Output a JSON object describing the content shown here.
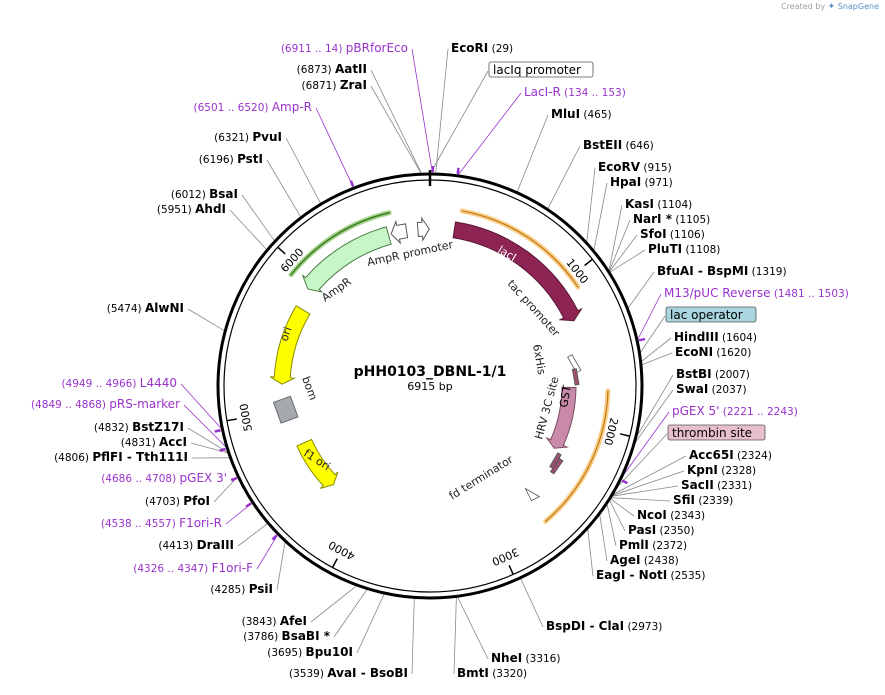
{
  "credit": {
    "prefix": "Created by",
    "brand": "SnapGene",
    "icon": "snapgene-logo-icon"
  },
  "plasmid": {
    "name": "pHH0103_DBNL-1/1",
    "length_label": "6915 bp",
    "length": 6915
  },
  "colors": {
    "enzyme": "#000000",
    "primer": "#9932cc",
    "lacI": "#8e2454",
    "GST": "#c88aa8",
    "ori": "#ffff00",
    "f1ori": "#ffff00",
    "AmpR": "#c7f7c7",
    "bom": "#a5a9ad",
    "highlight": "#f5a623",
    "greenHighlight": "#3a7d1f"
  },
  "ticks": [
    "1000",
    "2000",
    "3000",
    "4000",
    "5000",
    "6000"
  ],
  "features": {
    "lacI": "lacI",
    "tac_promoter": "tac promoter",
    "GST": "GST",
    "hrv": "HRV 3C site",
    "his": "6xHis",
    "fd": "fd terminator",
    "f1ori": "f1 ori",
    "bom": "bom",
    "ori": "ori",
    "AmpR": "AmpR",
    "AmpR_promoter": "AmpR promoter"
  },
  "left_labels": [
    {
      "range": "(6911 .. 14)",
      "name": "pBRforEco",
      "kind": "primer"
    },
    {
      "range": "(6873)",
      "name": "AatII",
      "kind": "enzyme"
    },
    {
      "range": "(6871)",
      "name": "ZraI",
      "kind": "enzyme"
    },
    {
      "range": "(6501 .. 6520)",
      "name": "Amp-R",
      "kind": "primer"
    },
    {
      "range": "(6321)",
      "name": "PvuI",
      "kind": "enzyme"
    },
    {
      "range": "(6196)",
      "name": "PstI",
      "kind": "enzyme"
    },
    {
      "range": "(6012)",
      "name": "BsaI",
      "kind": "enzyme"
    },
    {
      "range": "(5951)",
      "name": "AhdI",
      "kind": "enzyme"
    },
    {
      "range": "(5474)",
      "name": "AlwNI",
      "kind": "enzyme"
    },
    {
      "range": "(4949 .. 4966)",
      "name": "L4440",
      "kind": "primer"
    },
    {
      "range": "(4849 .. 4868)",
      "name": "pRS-marker",
      "kind": "primer"
    },
    {
      "range": "(4832)",
      "name": "BstZ17I",
      "kind": "enzyme"
    },
    {
      "range": "(4831)",
      "name": "AccI",
      "kind": "enzyme"
    },
    {
      "range": "(4806)",
      "name": "PflFI  -  Tth111I",
      "kind": "enzyme"
    },
    {
      "range": "(4686 .. 4708)",
      "name": "pGEX 3'",
      "kind": "primer"
    },
    {
      "range": "(4703)",
      "name": "PfoI",
      "kind": "enzyme"
    },
    {
      "range": "(4538 .. 4557)",
      "name": "F1ori-R",
      "kind": "primer"
    },
    {
      "range": "(4413)",
      "name": "DraIII",
      "kind": "enzyme"
    },
    {
      "range": "(4326 .. 4347)",
      "name": "F1ori-F",
      "kind": "primer"
    },
    {
      "range": "(4285)",
      "name": "PsiI",
      "kind": "enzyme"
    },
    {
      "range": "(3843)",
      "name": "AfeI",
      "kind": "enzyme"
    },
    {
      "range": "(3786)",
      "name": "BsaBI *",
      "kind": "enzyme"
    },
    {
      "range": "(3695)",
      "name": "Bpu10I",
      "kind": "enzyme"
    },
    {
      "range": "(3539)",
      "name": "AvaI  -  BsoBI",
      "kind": "enzyme"
    }
  ],
  "right_labels": [
    {
      "name": "EcoRI",
      "range": "(29)",
      "kind": "enzyme"
    },
    {
      "name": "lacIq promoter",
      "range": "",
      "kind": "boxed-white"
    },
    {
      "name": "LacI-R",
      "range": "(134 .. 153)",
      "kind": "primer"
    },
    {
      "name": "MluI",
      "range": "(465)",
      "kind": "enzyme"
    },
    {
      "name": "BstEII",
      "range": "(646)",
      "kind": "enzyme"
    },
    {
      "name": "EcoRV",
      "range": "(915)",
      "kind": "enzyme"
    },
    {
      "name": "HpaI",
      "range": "(971)",
      "kind": "enzyme"
    },
    {
      "name": "KasI",
      "range": "(1104)",
      "kind": "enzyme"
    },
    {
      "name": "NarI *",
      "range": "(1105)",
      "kind": "enzyme"
    },
    {
      "name": "SfoI",
      "range": "(1106)",
      "kind": "enzyme"
    },
    {
      "name": "PluTI",
      "range": "(1108)",
      "kind": "enzyme"
    },
    {
      "name": "BfuAI  -  BspMI",
      "range": "(1319)",
      "kind": "enzyme"
    },
    {
      "name": "M13/pUC Reverse",
      "range": "(1481 .. 1503)",
      "kind": "primer"
    },
    {
      "name": "lac operator",
      "range": "",
      "kind": "boxed-blue"
    },
    {
      "name": "HindIII",
      "range": "(1604)",
      "kind": "enzyme"
    },
    {
      "name": "EcoNI",
      "range": "(1620)",
      "kind": "enzyme"
    },
    {
      "name": "BstBI",
      "range": "(2007)",
      "kind": "enzyme"
    },
    {
      "name": "SwaI",
      "range": "(2037)",
      "kind": "enzyme"
    },
    {
      "name": "pGEX 5'",
      "range": "(2221 .. 2243)",
      "kind": "primer"
    },
    {
      "name": "thrombin site",
      "range": "",
      "kind": "boxed-pink"
    },
    {
      "name": "Acc65I",
      "range": "(2324)",
      "kind": "enzyme"
    },
    {
      "name": "KpnI",
      "range": "(2328)",
      "kind": "enzyme"
    },
    {
      "name": "SacII",
      "range": "(2331)",
      "kind": "enzyme"
    },
    {
      "name": "SfiI",
      "range": "(2339)",
      "kind": "enzyme"
    },
    {
      "name": "NcoI",
      "range": "(2343)",
      "kind": "enzyme"
    },
    {
      "name": "PasI",
      "range": "(2350)",
      "kind": "enzyme"
    },
    {
      "name": "PmlI",
      "range": "(2372)",
      "kind": "enzyme"
    },
    {
      "name": "AgeI",
      "range": "(2438)",
      "kind": "enzyme"
    },
    {
      "name": "EagI  -  NotI",
      "range": "(2535)",
      "kind": "enzyme"
    },
    {
      "name": "BspDI  -  ClaI",
      "range": "(2973)",
      "kind": "enzyme"
    },
    {
      "name": "NheI",
      "range": "(3316)",
      "kind": "enzyme"
    },
    {
      "name": "BmtI",
      "range": "(3320)",
      "kind": "enzyme"
    }
  ]
}
